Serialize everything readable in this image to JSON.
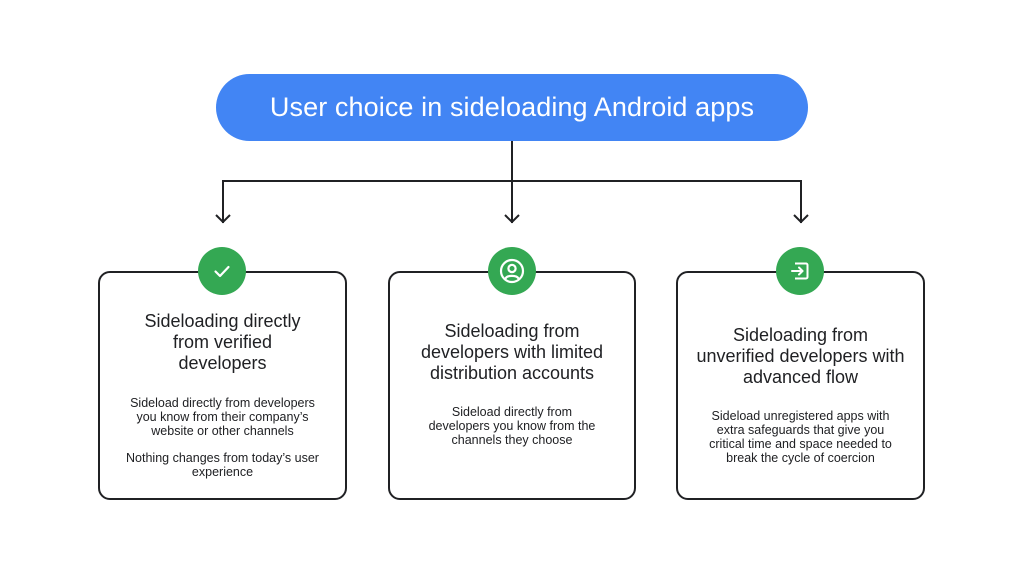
{
  "title": "User choice in sideloading Android apps",
  "colors": {
    "title_background": "#4285f4",
    "title_text": "#ffffff",
    "badge_background": "#34a853",
    "card_border": "#202124",
    "connector": "#202124"
  },
  "cards": [
    {
      "icon": "check-icon",
      "title": "Sideloading directly from verified developers",
      "descriptions": [
        "Sideload directly from developers you know from their company’s website or other channels",
        "Nothing changes from today’s user experience"
      ]
    },
    {
      "icon": "account-circle-icon",
      "title": "Sideloading from developers with limited distribution accounts",
      "descriptions": [
        "Sideload directly from developers you know from the channels they choose"
      ]
    },
    {
      "icon": "login-arrow-icon",
      "title": "Sideloading from unverified developers with advanced flow",
      "descriptions": [
        "Sideload unregistered apps with extra safeguards that give you critical time and space needed to break the cycle of coercion"
      ]
    }
  ]
}
